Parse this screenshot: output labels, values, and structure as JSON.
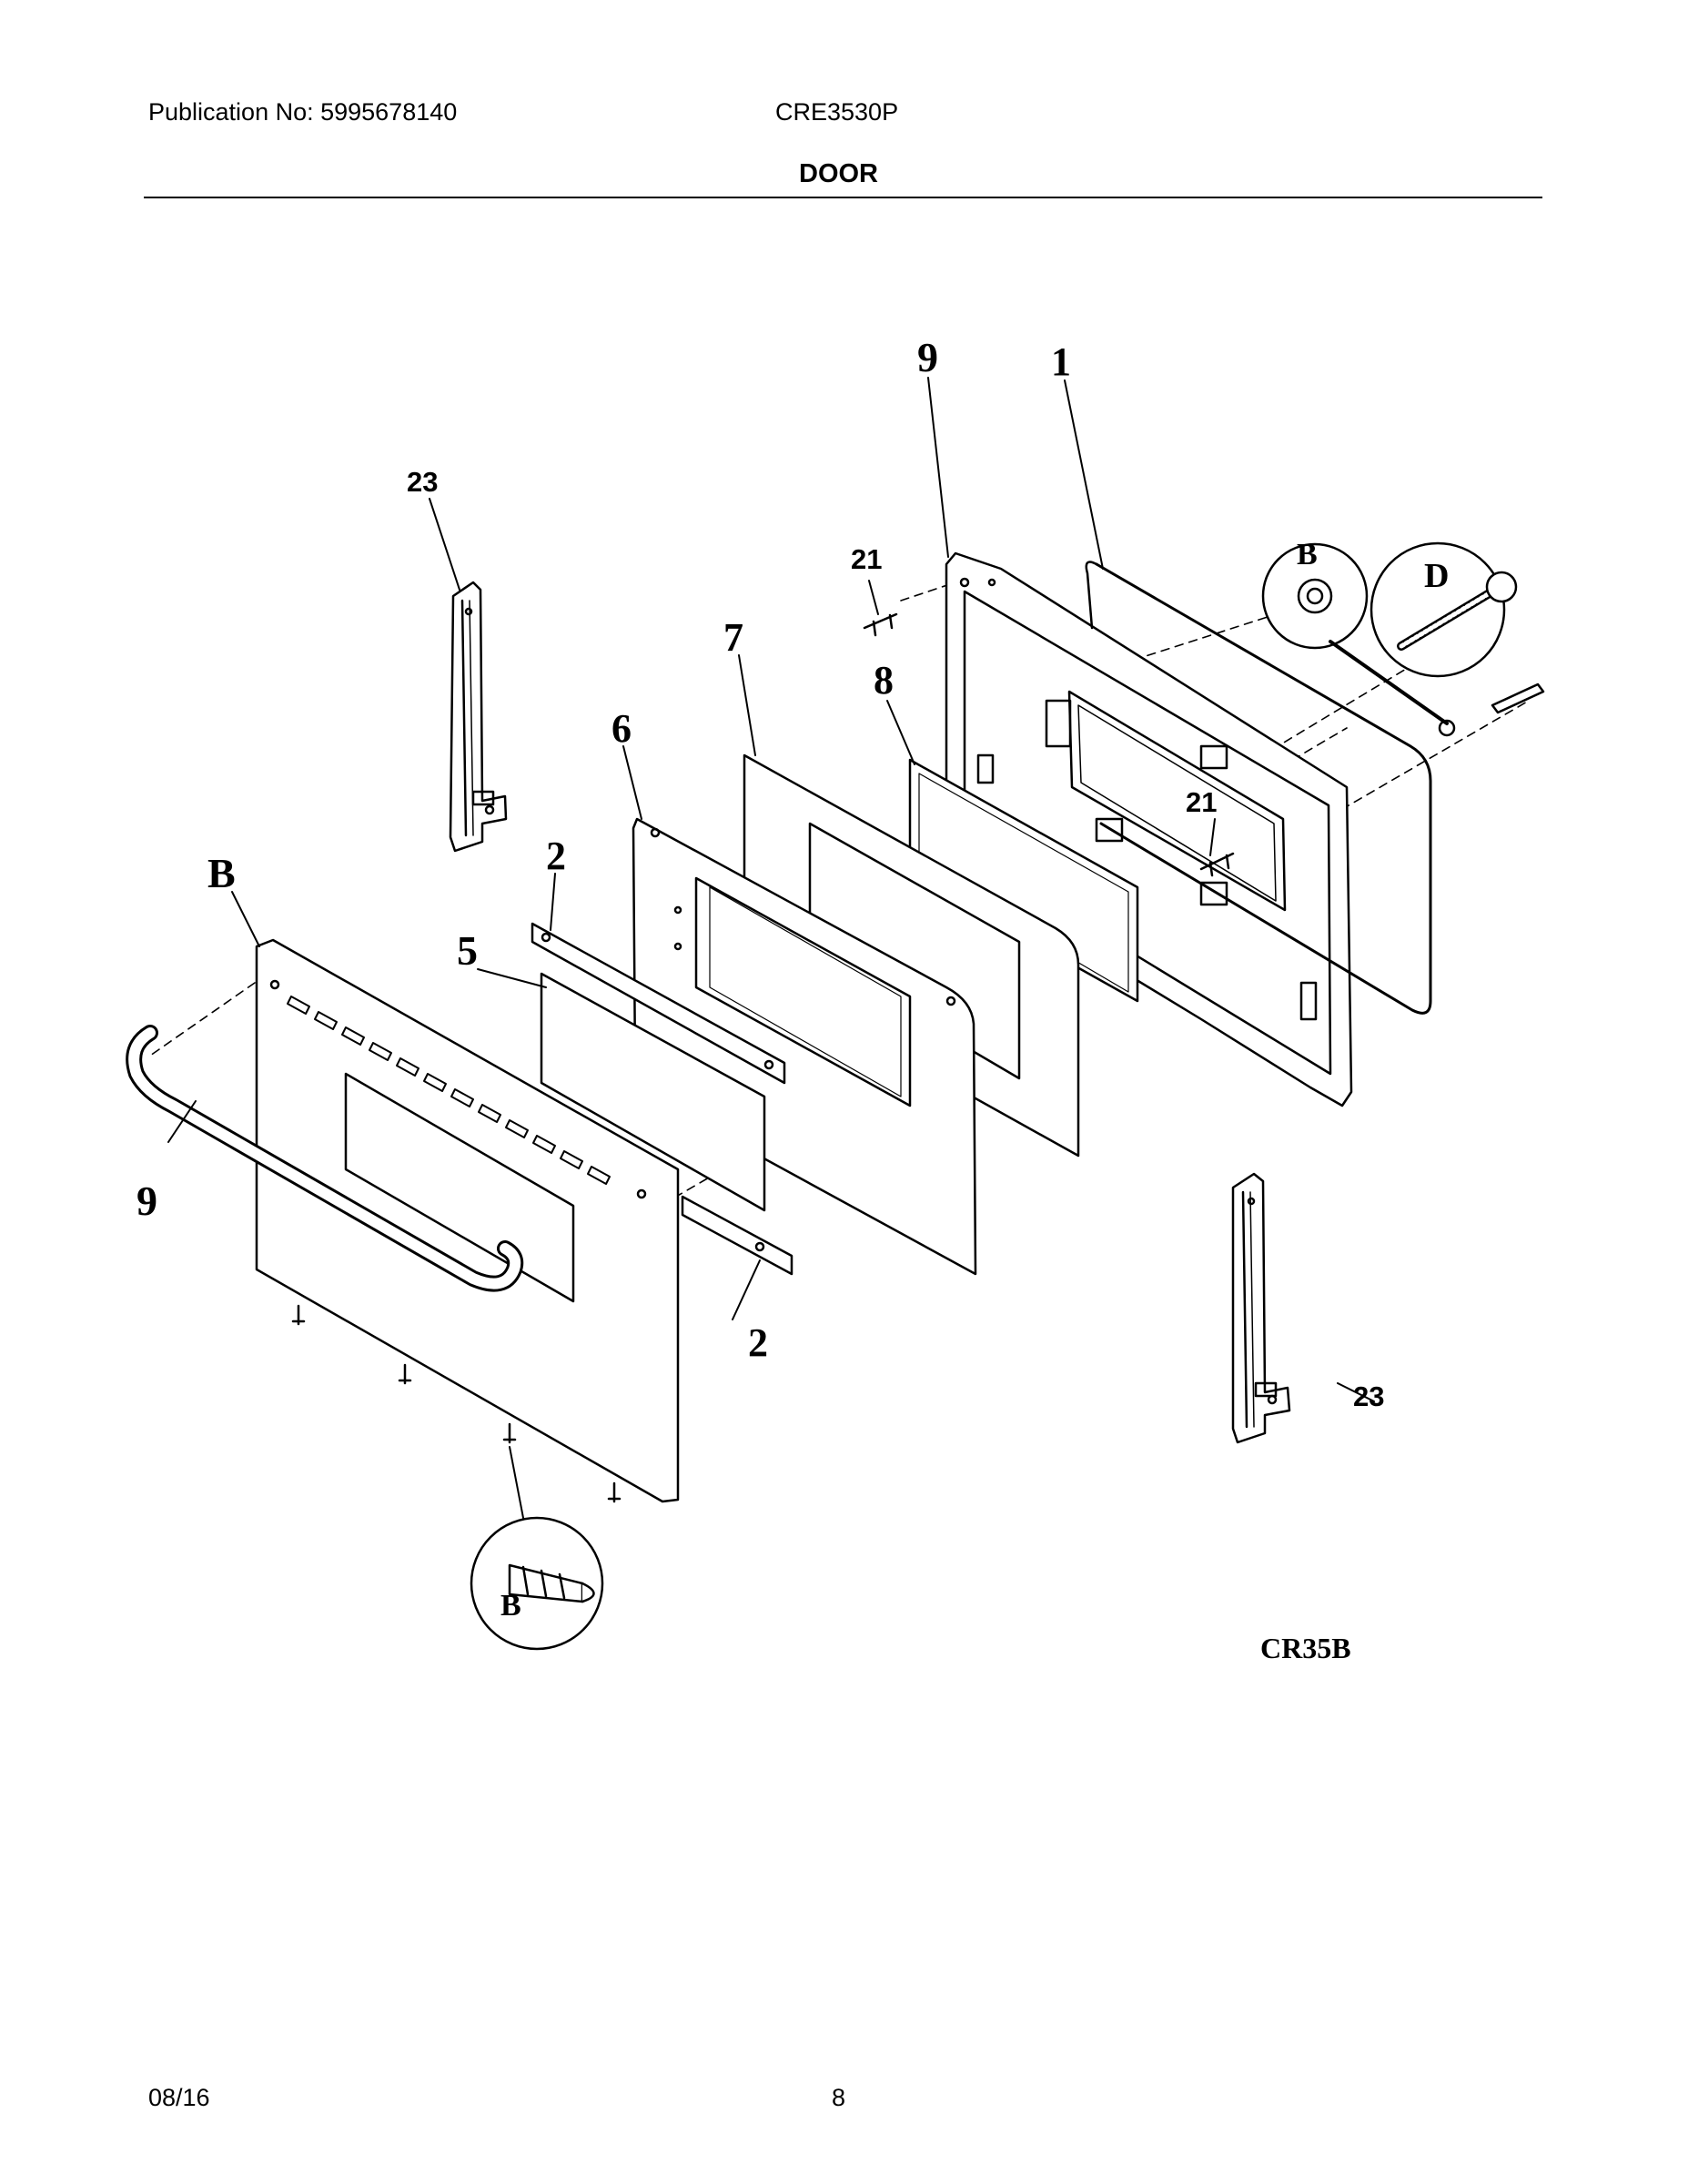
{
  "header": {
    "publication": "Publication No: 5995678140",
    "model": "CRE3530P",
    "section": "DOOR"
  },
  "footer": {
    "date": "08/16",
    "page": "8"
  },
  "diagram": {
    "callouts": {
      "hinge_left": "23",
      "hinge_right": "23",
      "screw_top": "21",
      "screw_mid": "21"
    },
    "glyph_labels": {
      "door_panel": "B",
      "handle": "9",
      "trim_top": "2",
      "trim_bottom": "2",
      "window": "5",
      "inner_panel": "6",
      "insulation": "7",
      "inner_glass": "8",
      "liner": "9",
      "gasket": "1",
      "washer_detail": "B",
      "bolt_detail": "D",
      "screw_detail": "B",
      "ref_code": "CR35B"
    }
  }
}
